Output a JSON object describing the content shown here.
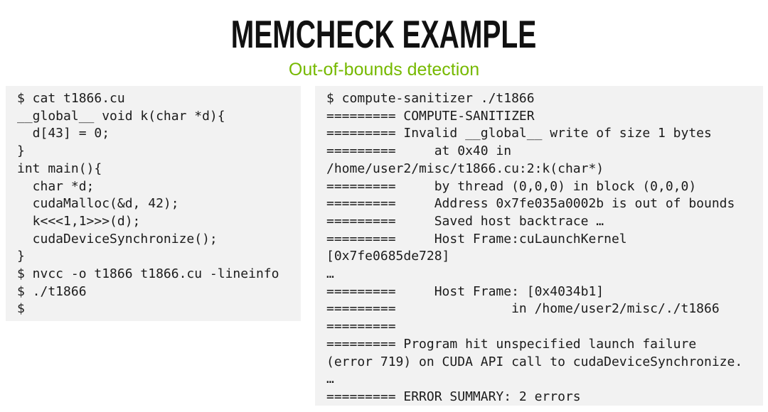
{
  "slide": {
    "title": "MEMCHECK EXAMPLE",
    "subtitle": "Out-of-bounds detection",
    "colors": {
      "accent_green": "#76b900",
      "panel_background": "#f2f2f2",
      "code_text": "#1b1b1b",
      "title_text": "#111111"
    }
  },
  "left_panel": {
    "description": "source-listing-and-build-terminal",
    "lines": [
      "$ cat t1866.cu",
      "__global__ void k(char *d){",
      "  d[43] = 0;",
      "}",
      "int main(){",
      "  char *d;",
      "  cudaMalloc(&d, 42);",
      "  k<<<1,1>>>(d);",
      "  cudaDeviceSynchronize();",
      "}",
      "$ nvcc -o t1866 t1866.cu -lineinfo",
      "$ ./t1866",
      "$"
    ]
  },
  "right_panel": {
    "description": "compute-sanitizer-terminal-output",
    "lines": [
      "$ compute-sanitizer ./t1866",
      "========= COMPUTE-SANITIZER",
      "========= Invalid __global__ write of size 1 bytes",
      "=========     at 0x40 in",
      "/home/user2/misc/t1866.cu:2:k(char*)",
      "=========     by thread (0,0,0) in block (0,0,0)",
      "=========     Address 0x7fe035a0002b is out of bounds",
      "=========     Saved host backtrace …",
      "=========     Host Frame:cuLaunchKernel",
      "[0x7fe0685de728]",
      "…",
      "=========     Host Frame: [0x4034b1]",
      "=========               in /home/user2/misc/./t1866",
      "=========",
      "========= Program hit unspecified launch failure",
      "(error 719) on CUDA API call to cudaDeviceSynchronize.",
      "…",
      "========= ERROR SUMMARY: 2 errors"
    ]
  }
}
